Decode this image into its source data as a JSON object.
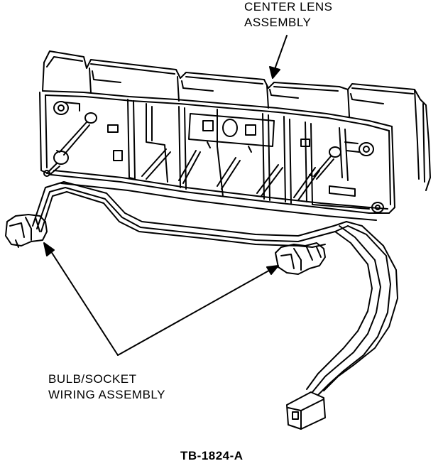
{
  "labels": {
    "center_lens_line1": "CENTER LENS",
    "center_lens_line2": "ASSEMBLY",
    "bulb_socket_line1": "BULB/SOCKET",
    "bulb_socket_line2": "WIRING ASSEMBLY",
    "figure_ref": "TB-1824-A"
  },
  "colors": {
    "ink": "#000000",
    "paper": "#ffffff"
  }
}
